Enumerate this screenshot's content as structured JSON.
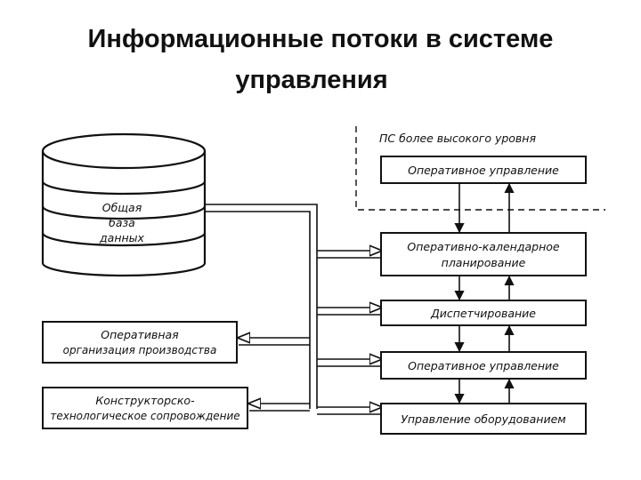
{
  "page": {
    "title_line1": "Информационные потоки в системе",
    "title_line2": "управления"
  },
  "diagram": {
    "database": {
      "line1": "Общая",
      "line2": "база",
      "line3": "данных"
    },
    "higher_level_label": "ПС более высокого уровня",
    "right_boxes": {
      "top_operational": "Оперативное управление",
      "calendar_line1": "Оперативно-календарное",
      "calendar_line2": "планирование",
      "dispatch": "Диспетчирование",
      "operational": "Оперативное управление",
      "equipment": "Управление оборудованием"
    },
    "left_boxes": {
      "org_line1": "Оперативная",
      "org_line2": "организация производства",
      "design_line1": "Конструкторско-",
      "design_line2": "технологическое сопровождение"
    }
  }
}
